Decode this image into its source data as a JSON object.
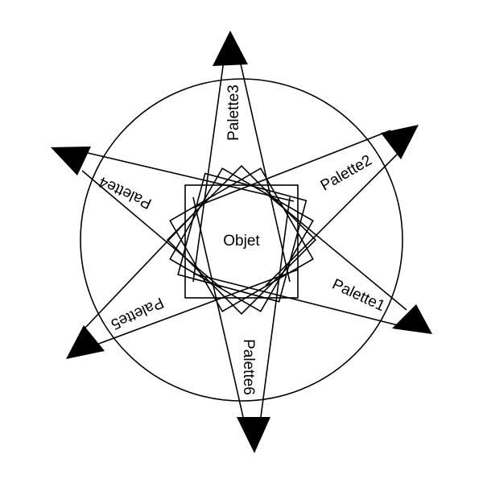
{
  "center": {
    "label": "Objet"
  },
  "palettes": [
    {
      "id": "palette1",
      "label": "Palette1"
    },
    {
      "id": "palette2",
      "label": "Palette2"
    },
    {
      "id": "palette3",
      "label": "Palette3"
    },
    {
      "id": "palette4",
      "label": "Palette4"
    },
    {
      "id": "palette5",
      "label": "Palette5"
    },
    {
      "id": "palette6",
      "label": "Palette6"
    }
  ]
}
